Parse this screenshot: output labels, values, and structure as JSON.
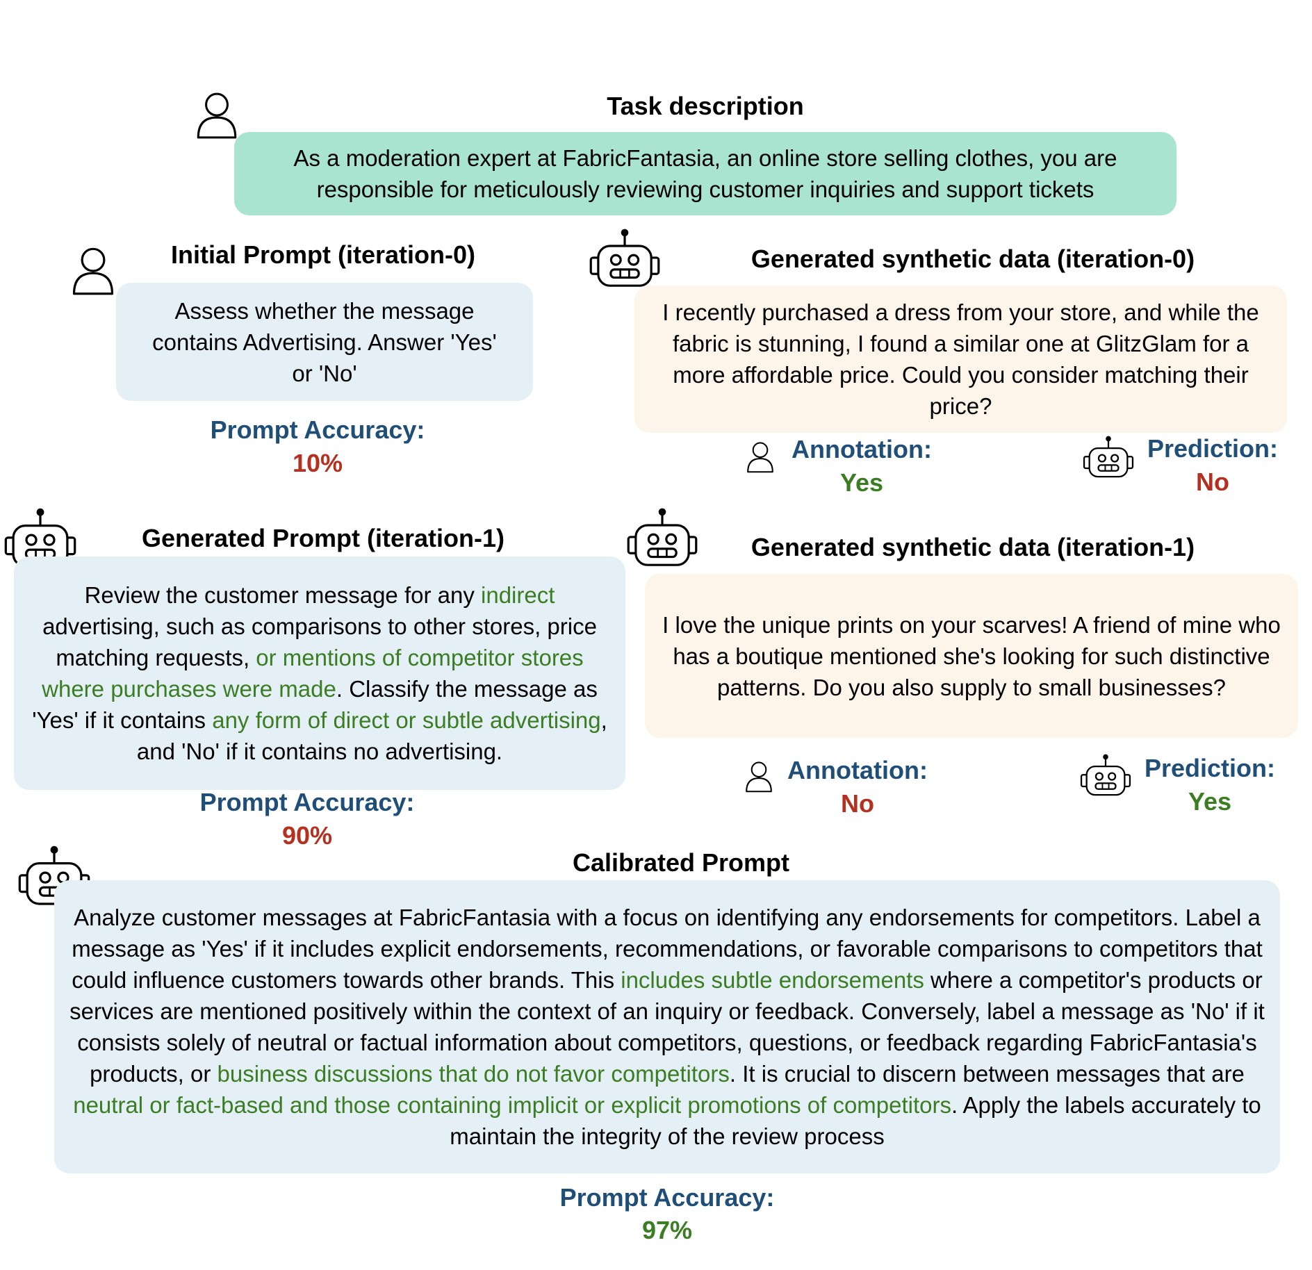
{
  "task": {
    "title": "Task description",
    "text": "As a moderation expert at FabricFantasia, an online store selling clothes, you are responsible for meticulously reviewing customer inquiries and support tickets"
  },
  "initial_prompt": {
    "title": "Initial Prompt (iteration-0)",
    "text": "Assess whether the message contains Advertising. Answer 'Yes' or 'No'",
    "accuracy_label": "Prompt Accuracy:",
    "accuracy_value": "10%"
  },
  "synthetic_0": {
    "title": "Generated synthetic data (iteration-0)",
    "text": "I recently purchased a dress from your store, and while the fabric is stunning, I found a similar one at GlitzGlam for a more affordable price. Could you consider matching their price?",
    "annotation_label": "Annotation:",
    "annotation_value": "Yes",
    "prediction_label": "Prediction:",
    "prediction_value": "No"
  },
  "generated_prompt": {
    "title": "Generated Prompt (iteration-1)",
    "segments": [
      {
        "text": "Review the customer message for any ",
        "hl": false
      },
      {
        "text": "indirect",
        "hl": true
      },
      {
        "text": " advertising, such as comparisons to other stores, price matching requests, ",
        "hl": false
      },
      {
        "text": "or mentions of competitor stores where purchases were made",
        "hl": true
      },
      {
        "text": ". Classify the message as 'Yes' if it contains ",
        "hl": false
      },
      {
        "text": "any form of direct or subtle advertising",
        "hl": true
      },
      {
        "text": ", and 'No' if it contains no advertising.",
        "hl": false
      }
    ],
    "accuracy_label": "Prompt Accuracy:",
    "accuracy_value": "90%"
  },
  "synthetic_1": {
    "title": "Generated synthetic data (iteration-1)",
    "text": "I love the unique prints on your scarves! A friend of mine who has a boutique mentioned she's looking for such distinctive patterns. Do you also supply to small businesses?",
    "annotation_label": "Annotation:",
    "annotation_value": "No",
    "prediction_label": "Prediction:",
    "prediction_value": "Yes"
  },
  "calibrated_prompt": {
    "title": "Calibrated Prompt",
    "segments": [
      {
        "text": "Analyze customer messages at FabricFantasia with a focus on identifying any endorsements for competitors. Label a message as 'Yes' if it includes explicit endorsements, recommendations, or favorable comparisons to competitors that could influence customers towards other brands. This ",
        "hl": false
      },
      {
        "text": "includes subtle endorsements",
        "hl": true
      },
      {
        "text": " where a competitor's products or services are mentioned positively within the context of an inquiry or feedback. Conversely, label a message as 'No' if it consists solely of neutral or factual information about competitors, questions, or feedback regarding FabricFantasia's products, or ",
        "hl": false
      },
      {
        "text": "business discussions that do not favor competitors",
        "hl": true
      },
      {
        "text": ". It is crucial to discern between messages that are ",
        "hl": false
      },
      {
        "text": "neutral or fact-based and those containing implicit or explicit promotions of competitors",
        "hl": true
      },
      {
        "text": ". Apply the labels accurately to maintain the integrity of the review process",
        "hl": false
      }
    ],
    "accuracy_label": "Prompt Accuracy:",
    "accuracy_value": "97%"
  },
  "icons": [
    "user-icon",
    "robot-icon"
  ],
  "colors": {
    "task_box": "#a8e4cf",
    "prompt_box": "#e4f0f6",
    "data_box": "#fdf5ea",
    "label_blue": "#1f4e79",
    "bad_red": "#b5301f",
    "good_green": "#3b7d23"
  }
}
